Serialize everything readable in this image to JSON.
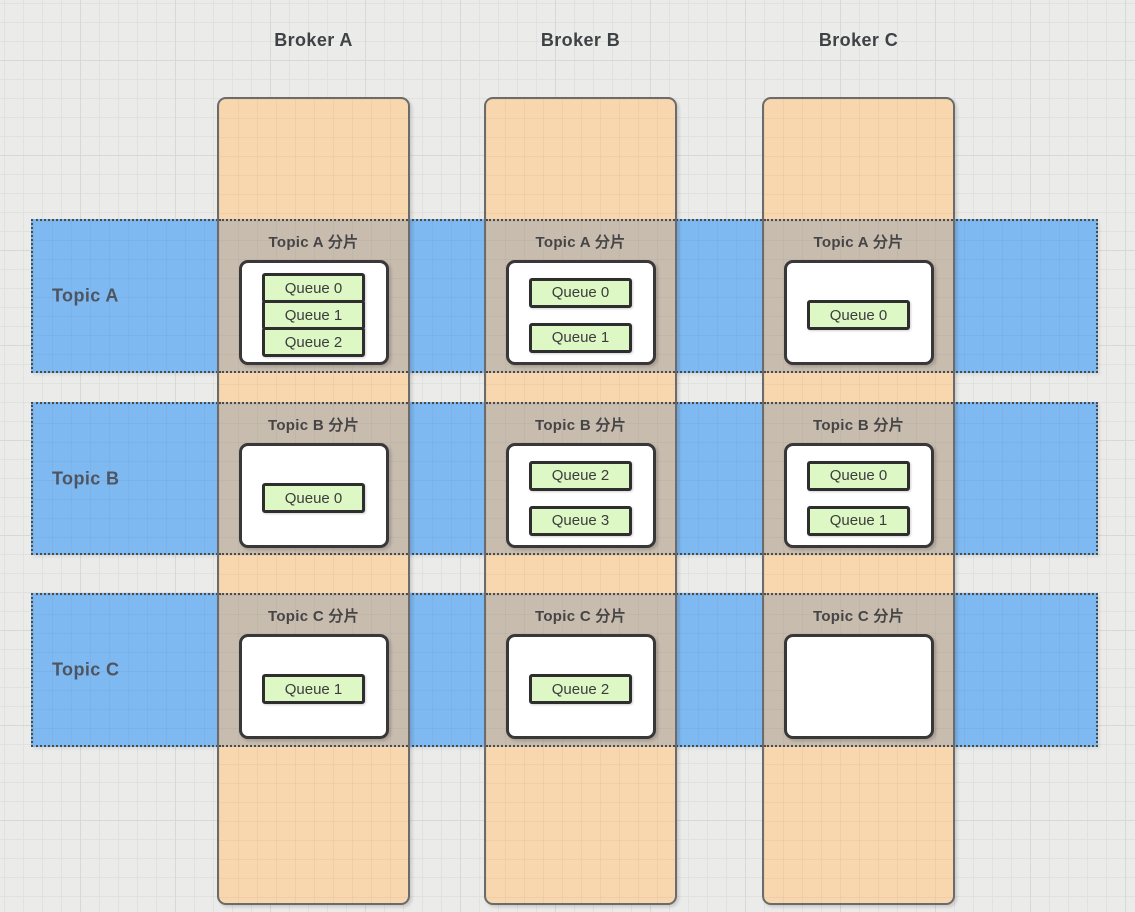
{
  "diagram": {
    "brokers": [
      {
        "label": "Broker A"
      },
      {
        "label": "Broker B"
      },
      {
        "label": "Broker C"
      }
    ],
    "topics": [
      {
        "label": "Topic A"
      },
      {
        "label": "Topic B"
      },
      {
        "label": "Topic C"
      }
    ],
    "cells": [
      {
        "broker": "Broker A",
        "topic": "Topic A",
        "title": "Topic A 分片",
        "layout": "stacked",
        "queues": [
          "Queue 0",
          "Queue 1",
          "Queue 2"
        ]
      },
      {
        "broker": "Broker B",
        "topic": "Topic A",
        "title": "Topic A 分片",
        "layout": "spaced",
        "queues": [
          "Queue 0",
          "Queue 1"
        ]
      },
      {
        "broker": "Broker C",
        "topic": "Topic A",
        "title": "Topic A 分片",
        "layout": "spaced",
        "queues": [
          "Queue 0"
        ]
      },
      {
        "broker": "Broker A",
        "topic": "Topic B",
        "title": "Topic B 分片",
        "layout": "spaced",
        "queues": [
          "Queue 0"
        ]
      },
      {
        "broker": "Broker B",
        "topic": "Topic B",
        "title": "Topic B 分片",
        "layout": "spaced",
        "queues": [
          "Queue 2",
          "Queue 3"
        ]
      },
      {
        "broker": "Broker C",
        "topic": "Topic B",
        "title": "Topic B 分片",
        "layout": "spaced",
        "queues": [
          "Queue 0",
          "Queue 1"
        ]
      },
      {
        "broker": "Broker A",
        "topic": "Topic C",
        "title": "Topic C 分片",
        "layout": "spaced",
        "queues": [
          "Queue 1"
        ]
      },
      {
        "broker": "Broker B",
        "topic": "Topic C",
        "title": "Topic C 分片",
        "layout": "spaced",
        "queues": [
          "Queue 2"
        ]
      },
      {
        "broker": "Broker C",
        "topic": "Topic C",
        "title": "Topic C 分片",
        "layout": "empty",
        "queues": []
      }
    ],
    "colors": {
      "broker_fill": "#F8D7AF",
      "broker_border": "#6B6B6B",
      "topic_fill": "#7EB9F1",
      "dotted_border": "#4A4A4A",
      "shard_fill": "#C8BCAF",
      "queue_fill": "#DDF8C5",
      "queue_border": "#2E2E2E",
      "box_fill": "#FFFFFF",
      "box_border": "#383838",
      "grid_bg": "#EBEBE9"
    }
  }
}
